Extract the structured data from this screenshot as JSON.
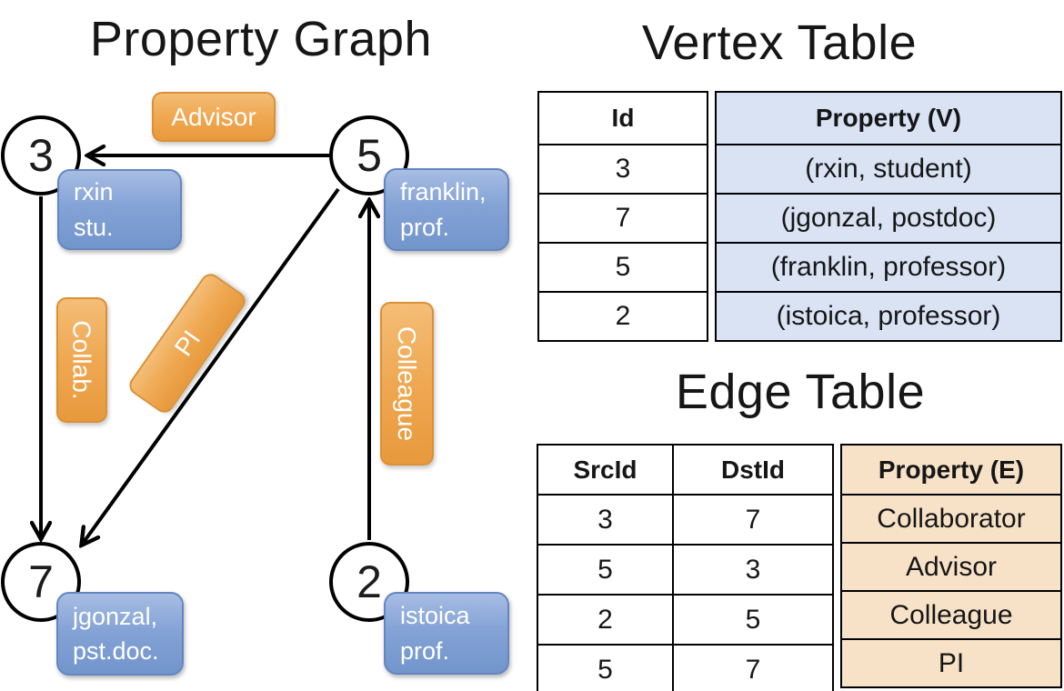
{
  "graph": {
    "title": "Property Graph",
    "nodes": [
      {
        "id": "3",
        "property": [
          "rxin",
          "stu."
        ]
      },
      {
        "id": "5",
        "property": [
          "franklin,",
          "prof."
        ]
      },
      {
        "id": "7",
        "property": [
          "jgonzal,",
          "pst.doc."
        ]
      },
      {
        "id": "2",
        "property": [
          "istoica",
          "prof."
        ]
      }
    ],
    "edges": [
      {
        "src": "5",
        "dst": "3",
        "label": "Advisor"
      },
      {
        "src": "3",
        "dst": "7",
        "label": "Collab."
      },
      {
        "src": "5",
        "dst": "7",
        "label": "PI"
      },
      {
        "src": "2",
        "dst": "5",
        "label": "Colleague"
      }
    ]
  },
  "vertex_table": {
    "title": "Vertex Table",
    "headers": {
      "id": "Id",
      "property": "Property (V)"
    },
    "rows": [
      {
        "id": "3",
        "property": "(rxin, student)"
      },
      {
        "id": "7",
        "property": "(jgonzal, postdoc)"
      },
      {
        "id": "5",
        "property": "(franklin, professor)"
      },
      {
        "id": "2",
        "property": "(istoica, professor)"
      }
    ]
  },
  "edge_table": {
    "title": "Edge Table",
    "headers": {
      "src": "SrcId",
      "dst": "DstId",
      "property": "Property (E)"
    },
    "rows": [
      {
        "src": "3",
        "dst": "7",
        "property": "Collaborator"
      },
      {
        "src": "5",
        "dst": "3",
        "property": "Advisor"
      },
      {
        "src": "2",
        "dst": "5",
        "property": "Colleague"
      },
      {
        "src": "5",
        "dst": "7",
        "property": "PI"
      }
    ]
  },
  "colors": {
    "vertex_box": "#7b9bd1",
    "vertex_box_border": "#6486c0",
    "edge_box": "#efa851",
    "edge_box_border": "#da9035",
    "vertex_table_fill": "#d9e3f4",
    "edge_table_fill": "#f7e2c8",
    "line": "#000000"
  }
}
